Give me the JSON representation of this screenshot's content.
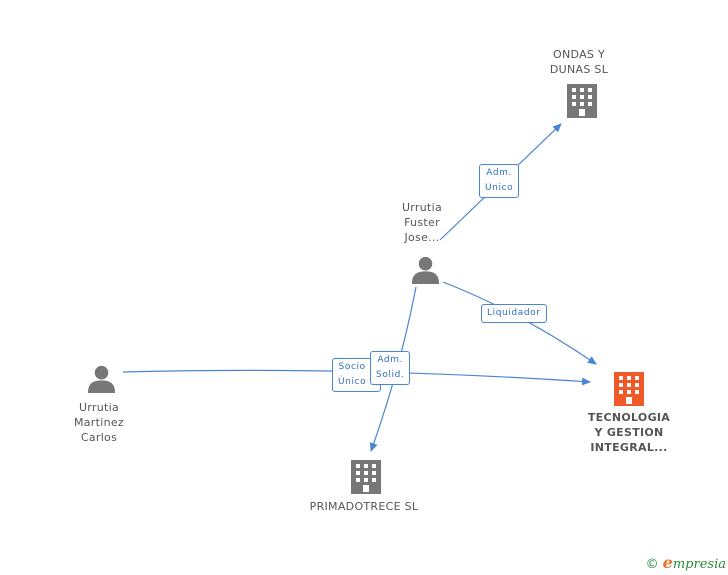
{
  "nodes": {
    "ondas": {
      "lines": [
        "ONDAS Y",
        "DUNAS SL"
      ],
      "type": "company",
      "icon": "building-icon",
      "color": "#777777"
    },
    "urrutia_fuster": {
      "lines": [
        "Urrutia",
        "Fuster",
        "Jose..."
      ],
      "type": "person",
      "icon": "person-icon",
      "color": "#777777"
    },
    "urrutia_martinez": {
      "lines": [
        "Urrutia",
        "Martinez",
        "Carlos"
      ],
      "type": "person",
      "icon": "person-icon",
      "color": "#777777"
    },
    "tecnologia": {
      "lines": [
        "TECNOLOGIA",
        "Y GESTION",
        "INTEGRAL..."
      ],
      "type": "company",
      "icon": "building-icon",
      "color": "#f05a28"
    },
    "primadotrece": {
      "lines": [
        "PRIMADOTRECE SL"
      ],
      "type": "company",
      "icon": "building-icon",
      "color": "#777777"
    }
  },
  "edges": {
    "adm_unico": {
      "lines": [
        "Adm.",
        "Unico"
      ]
    },
    "liquidador": {
      "lines": [
        "Liquidador"
      ]
    },
    "socio_unico": {
      "lines": [
        "Socio",
        "Único"
      ]
    },
    "adm_solid": {
      "lines": [
        "Adm.",
        "Solid."
      ]
    }
  },
  "colors": {
    "edge": "#4a86d0",
    "node_gray": "#777777",
    "node_highlight": "#f05a28"
  },
  "footer": {
    "copyright": "©",
    "brand_e": "e",
    "brand_rest": "mpresia"
  }
}
